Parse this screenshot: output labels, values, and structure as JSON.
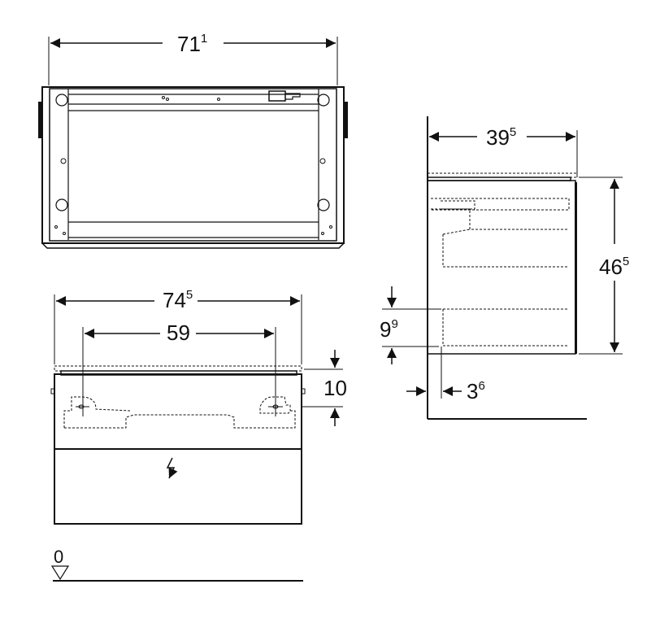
{
  "drawing": {
    "type": "technical-drawing",
    "subject": "vanity unit cabinet dimensions",
    "views": {
      "top": {
        "width": {
          "main": "71",
          "sup": "1"
        }
      },
      "front": {
        "overall_width": {
          "main": "74",
          "sup": "5"
        },
        "hole_spacing": {
          "main": "59",
          "sup": ""
        },
        "hole_offset": {
          "main": "10",
          "sup": ""
        },
        "floor_level": "0",
        "electric_symbol": "lightning-arrow"
      },
      "side": {
        "depth": {
          "main": "39",
          "sup": "5"
        },
        "height": {
          "main": "46",
          "sup": "5"
        },
        "drawer_gap": {
          "main": "9",
          "sup": "9"
        },
        "wall_offset": {
          "main": "3",
          "sup": "6"
        }
      }
    },
    "colors": {
      "line": "#111111",
      "background": "#ffffff"
    }
  }
}
